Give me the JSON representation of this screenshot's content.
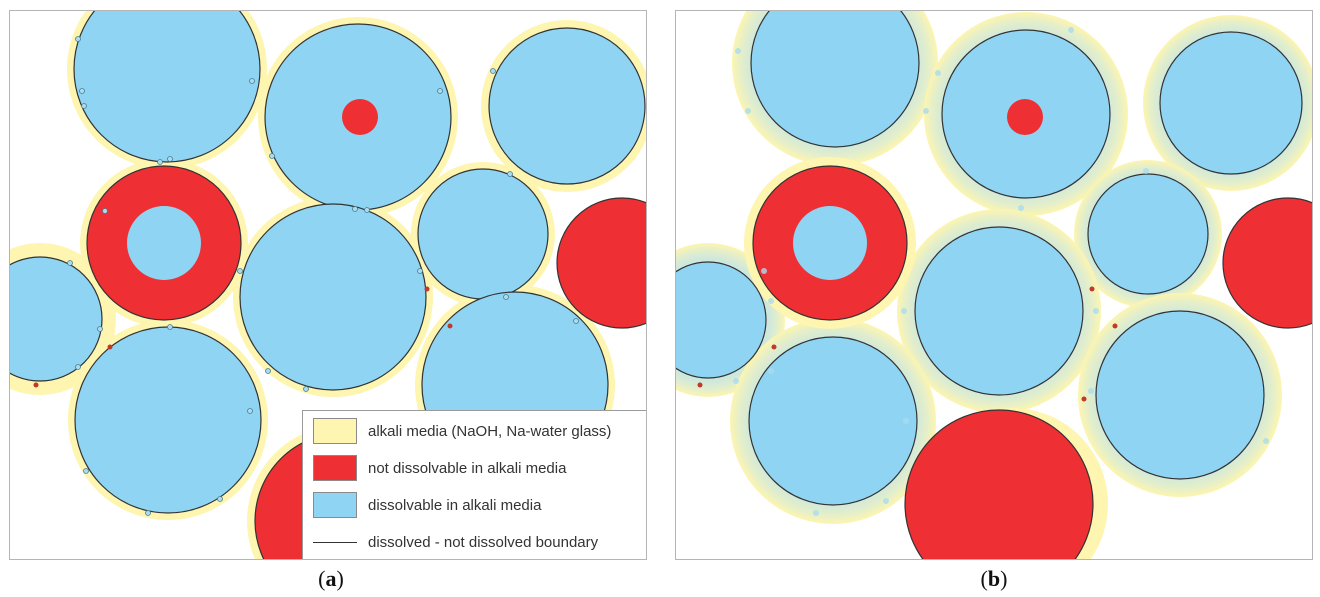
{
  "panels": [
    {
      "id": "a",
      "caption": "a"
    },
    {
      "id": "b",
      "caption": "b"
    }
  ],
  "legend": [
    {
      "label": "alkali media (NaOH, Na-water glass)",
      "color": "#fdf5b0",
      "kind": "swatch"
    },
    {
      "label": "not dissolvable in alkali media",
      "color": "#ee3034",
      "kind": "swatch"
    },
    {
      "label": "dissolvable in alkali media",
      "color": "#8fd5f3",
      "kind": "swatch"
    },
    {
      "label": "dissolved - not dissolved boundary",
      "color": "#333333",
      "kind": "line"
    }
  ],
  "colors": {
    "alkali": "#fdf5b0",
    "not_dissolvable": "#ee3034",
    "dissolvable": "#8fd5f3",
    "boundary": "#333333"
  }
}
